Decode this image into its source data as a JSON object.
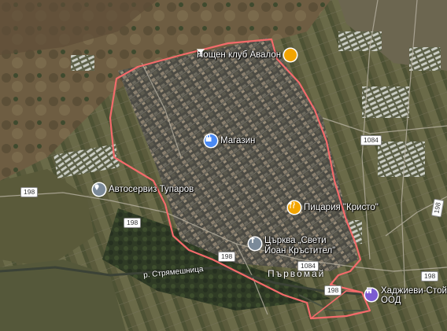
{
  "map": {
    "town_name": "Първомай",
    "river_label": "р. Стрямешница",
    "boundary_color": "#f46b6b",
    "colors": {
      "nightclub": "#f2a400",
      "shop": "#4a8af4",
      "pizzeria": "#f2a400",
      "church": "#7b8a99",
      "service": "#7b8a99",
      "company": "#7c5cd1"
    },
    "poi": [
      {
        "id": "nightclub",
        "label": "Нощен клуб Авалон",
        "icon": "cocktail-icon"
      },
      {
        "id": "shop",
        "label": "Магазин",
        "icon": "shopping-bag-icon"
      },
      {
        "id": "autoservice",
        "label": "Автосервиз Тупаров",
        "icon": "location-pin-icon"
      },
      {
        "id": "pizzeria",
        "label": "Пицария \"Кристо\"",
        "icon": "fork-knife-icon"
      },
      {
        "id": "church",
        "label_line1": "Църква „Свети",
        "label_line2": "Йоан Кръстител\"",
        "icon": "cross-icon"
      },
      {
        "id": "company",
        "label_line1": "Хаджиеви-Стой",
        "label_line2": "ООД",
        "icon": "building-icon"
      }
    ],
    "road_shields": [
      "198",
      "198",
      "198",
      "198",
      "1084",
      "1084",
      "198",
      "198"
    ]
  }
}
